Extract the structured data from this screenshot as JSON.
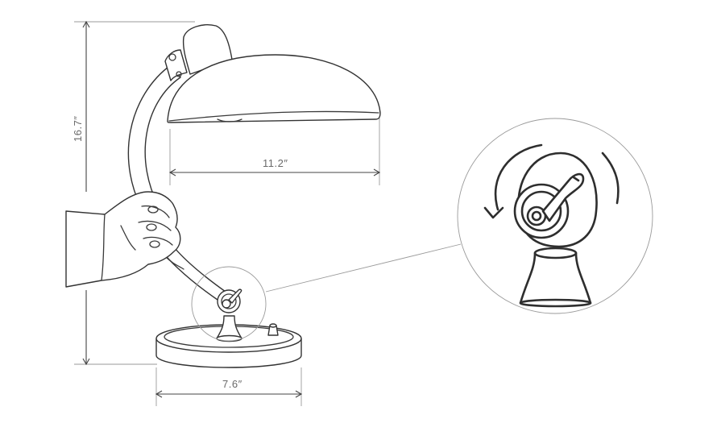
{
  "dimensions": {
    "height_label": "16.7″",
    "shade_width_label": "11.2″",
    "base_width_label": "7.6″"
  },
  "colors": {
    "line": "#3a3a3a",
    "dimension_text": "#6a6a6a",
    "callout_circle": "#9a9a9a",
    "background": "#ffffff"
  },
  "icons": {
    "rotate_arrow": "counterclockwise-arrow-icon",
    "knob": "rotary-knob-icon"
  }
}
